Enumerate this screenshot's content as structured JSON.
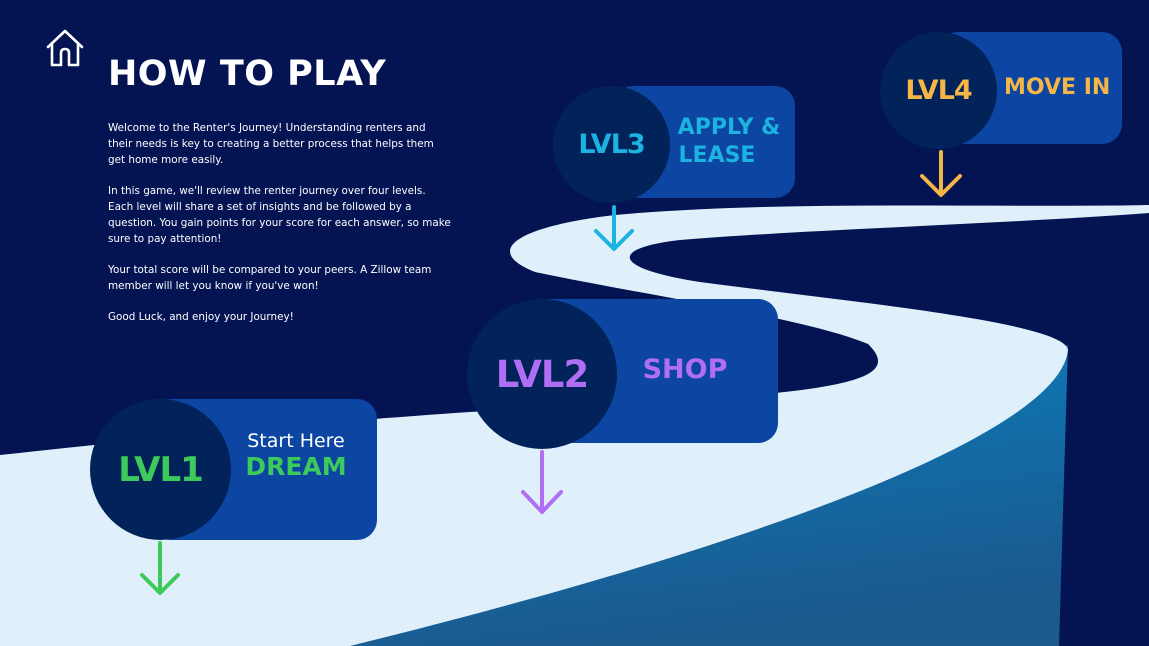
{
  "page": {
    "title": "HOW TO PLAY",
    "home_icon": "home-icon",
    "intro": [
      "Welcome to the Renter's Journey! Understanding renters and their needs is key to creating a better process that helps them get home more easily.",
      "In this game, we'll review the renter journey over four levels. Each level will share a set of insights and be followed by a question. You gain points for your score for each answer, so make sure to pay attention!",
      "Your total score will be compared to your peers. A Zillow team member will let you know if you've won!",
      "Good Luck, and enjoy your Journey!"
    ]
  },
  "levels": [
    {
      "id": "lvl1",
      "badge": "LVL1",
      "subtitle": "Start Here",
      "name": "DREAM",
      "color": "#3ccb5b",
      "icon": "arrow-down-icon"
    },
    {
      "id": "lvl2",
      "badge": "LVL2",
      "name": "SHOP",
      "color": "#b06ef5",
      "icon": "arrow-down-icon"
    },
    {
      "id": "lvl3",
      "badge": "LVL3",
      "name_lines": [
        "APPLY &",
        "LEASE"
      ],
      "color": "#1cb3e1",
      "icon": "arrow-down-icon"
    },
    {
      "id": "lvl4",
      "badge": "LVL4",
      "name": "MOVE IN",
      "color": "#f5b547",
      "icon": "arrow-down-icon"
    }
  ],
  "colors": {
    "background": "#041453",
    "road": "#dff0fb",
    "pill": "#0c45a2",
    "badge": "#02225a",
    "text": "#ffffff"
  }
}
